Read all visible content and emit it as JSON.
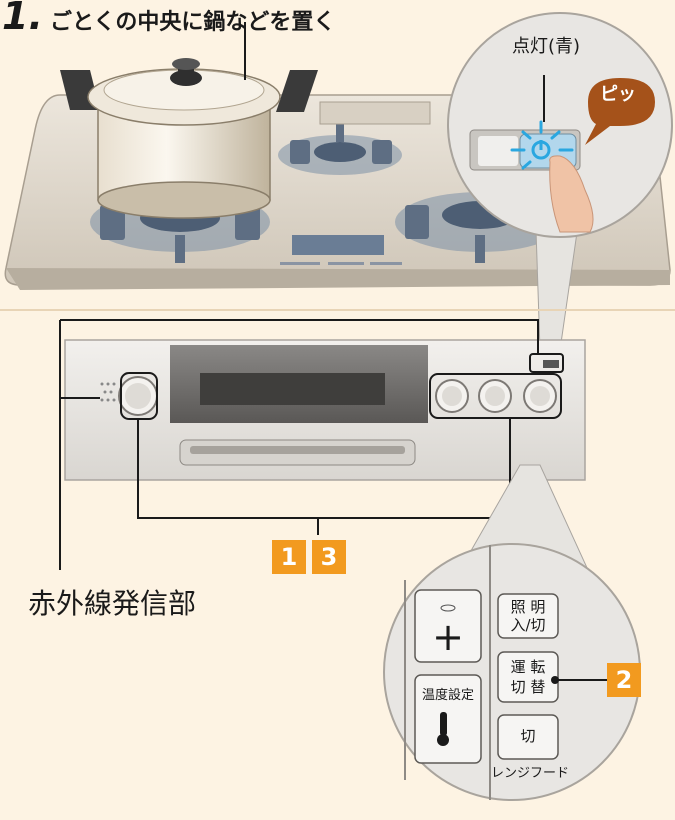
{
  "title": {
    "number": "1.",
    "text": "ごとくの中央に鍋などを置く"
  },
  "callout": {
    "light_label": "点灯(青)",
    "beep_label": "ピッ"
  },
  "badges": {
    "b1": "1",
    "b2": "2",
    "b3": "3"
  },
  "infrared_label": "赤外線発信部",
  "hood_panel": {
    "plus_symbol": "+",
    "temp_setting": "温度設定",
    "light_onoff_line1": "照 明",
    "light_onoff_line2": "入/切",
    "mode_line1": "運 転",
    "mode_line2": "切 替",
    "off_label": "切",
    "range_hood": "レンジフード"
  },
  "colors": {
    "accent": "#f29a1f",
    "background": "#fdf3e3",
    "led_blue": "#2aa7e0",
    "bubble": "#a5521a"
  }
}
